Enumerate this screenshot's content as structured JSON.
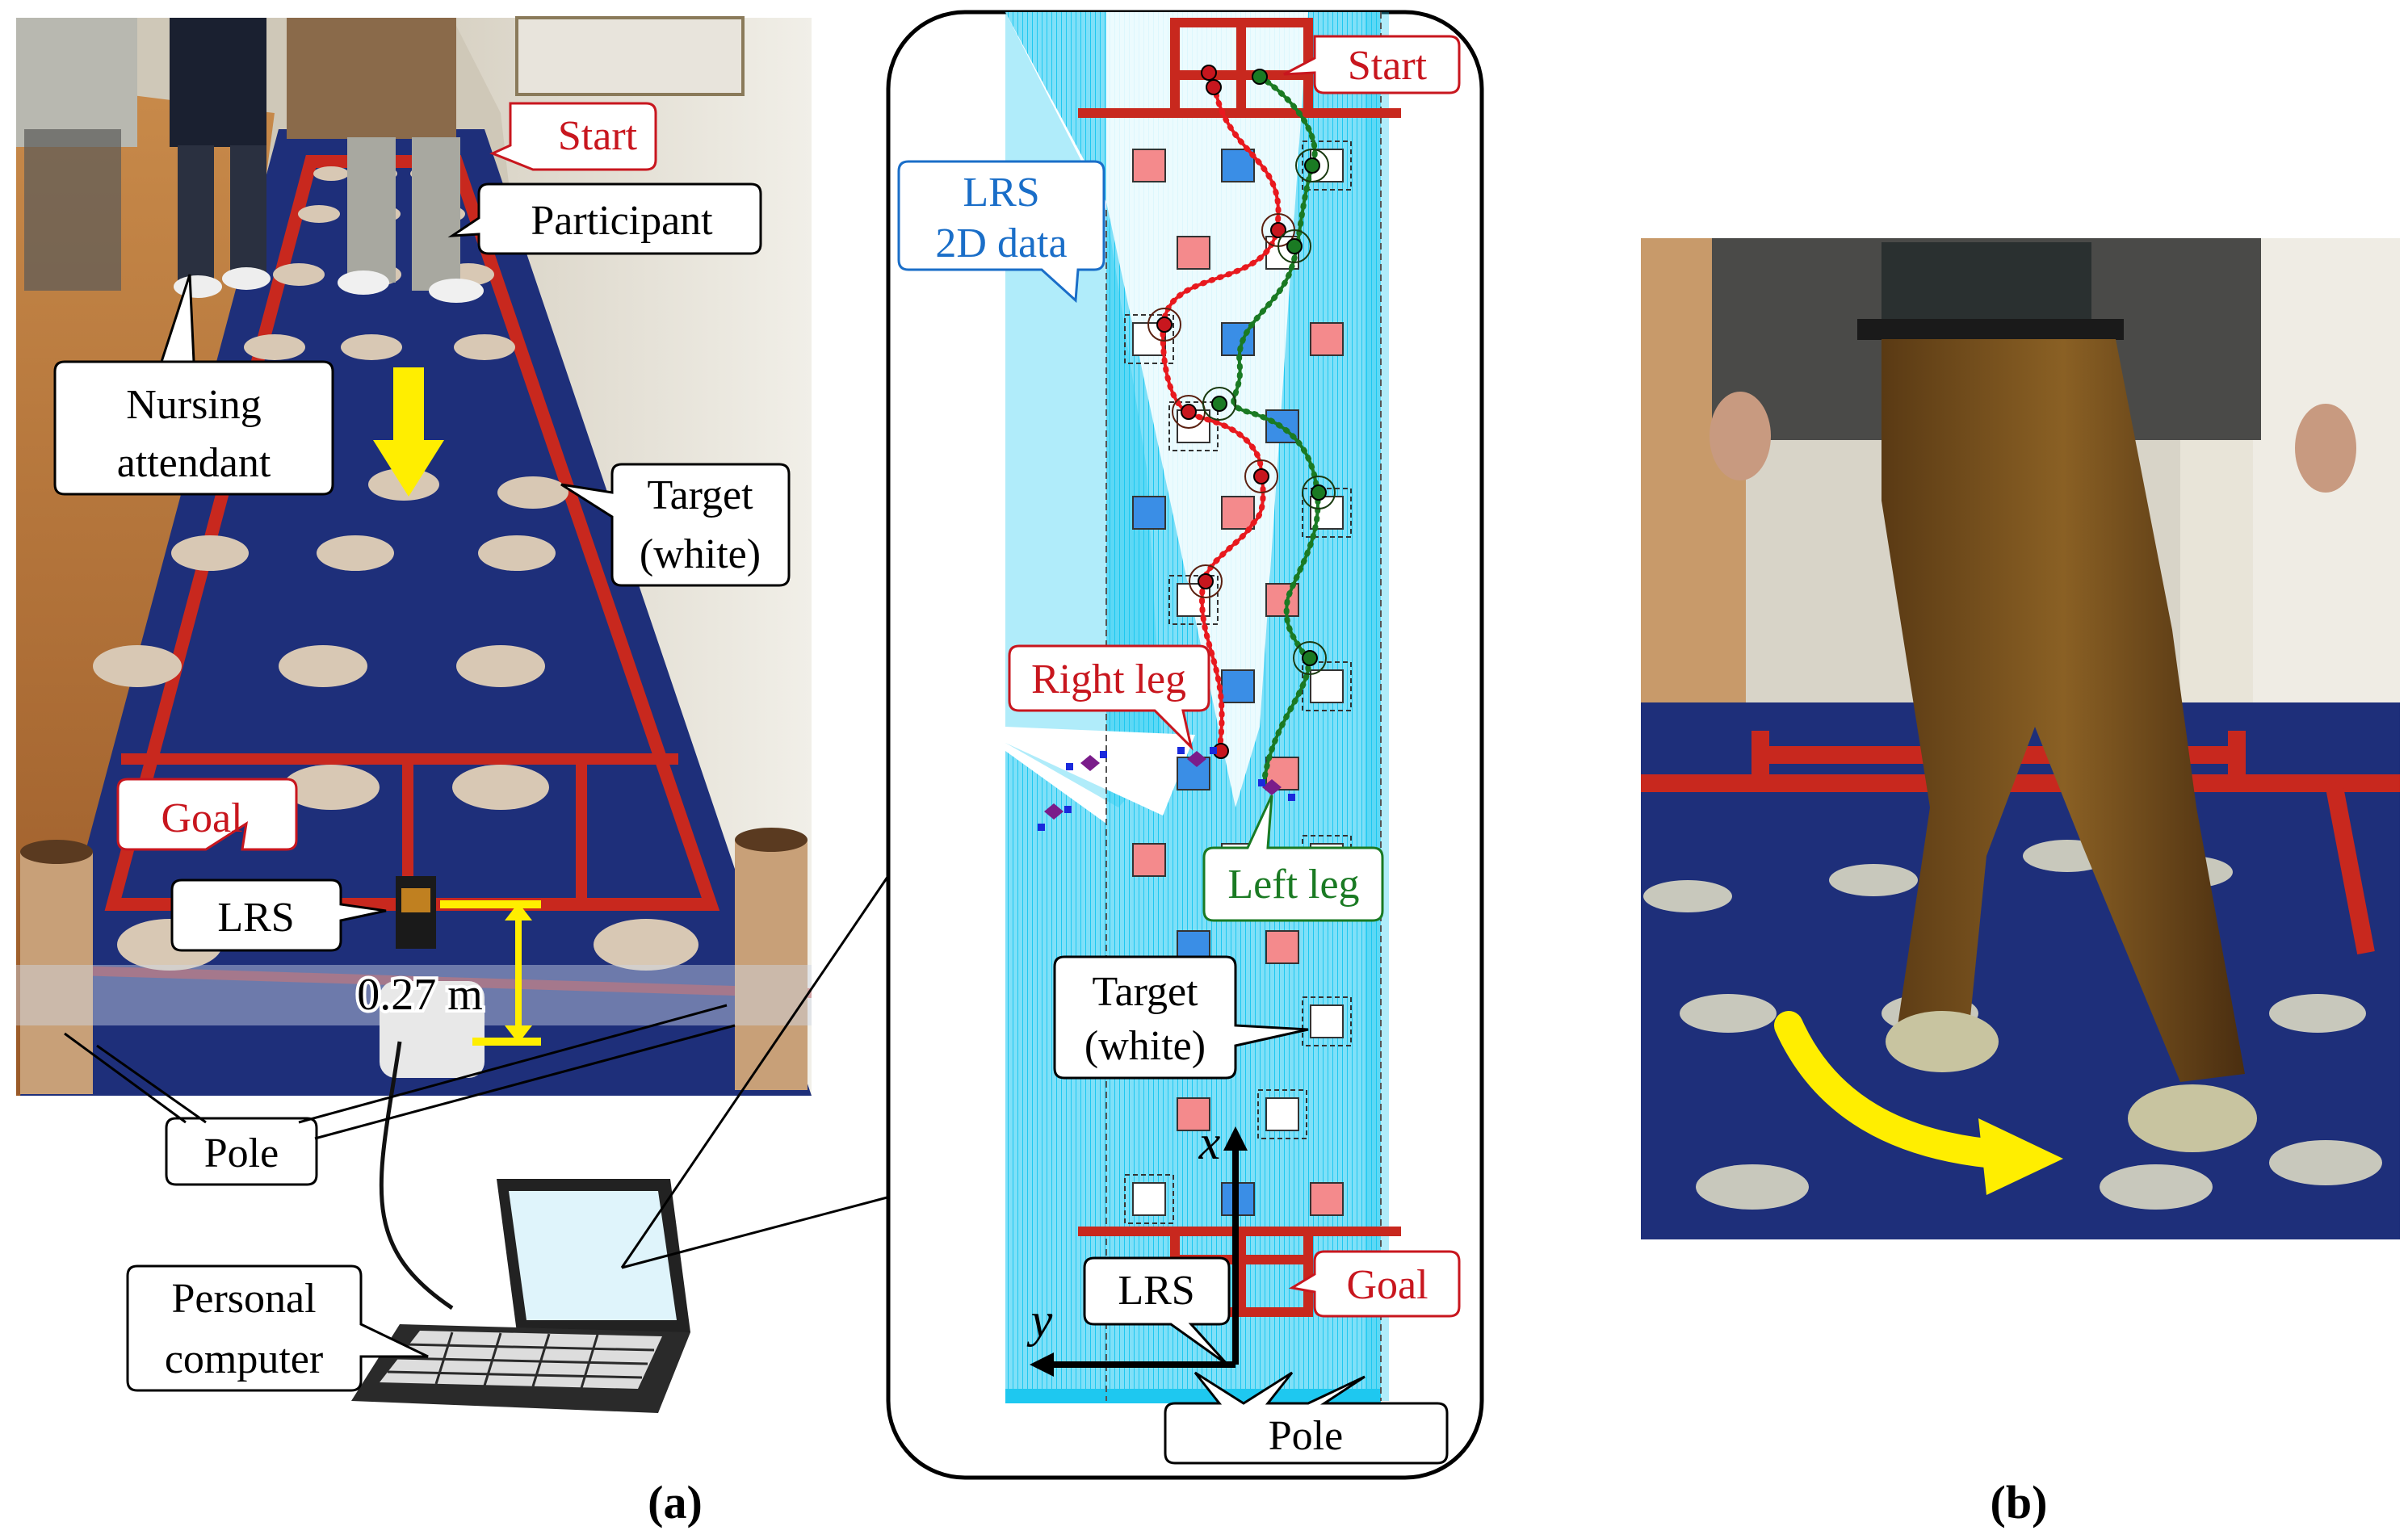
{
  "panel_a": {
    "photo_labels": {
      "start": "Start",
      "participant": "Participant",
      "nursing_attendant_line1": "Nursing",
      "nursing_attendant_line2": "attendant",
      "target_line1": "Target",
      "target_line2": "(white)",
      "goal": "Goal",
      "lrs": "LRS",
      "distance": "0.27 m",
      "pole": "Pole",
      "personal_computer_line1": "Personal",
      "personal_computer_line2": "computer"
    },
    "scan_labels": {
      "start": "Start",
      "lrs_2d_line1": "LRS",
      "lrs_2d_line2": "2D data",
      "right_leg": "Right leg",
      "left_leg": "Left leg",
      "target_line1": "Target",
      "target_line2": "(white)",
      "x_axis": "x",
      "y_axis": "y",
      "lrs": "LRS",
      "goal": "Goal",
      "pole": "Pole"
    },
    "caption": "(a)"
  },
  "panel_b": {
    "caption": "(b)"
  },
  "colors": {
    "carpet_blue": "#1e2f7a",
    "red_line": "#c8281e",
    "scan_cyan": "#1ec8f0",
    "right_leg": "#e8191e",
    "left_leg": "#1a7a23",
    "target_pink": "#f48a8c",
    "target_blue": "#3a8ee6",
    "arrow_yellow": "#ffee00",
    "callout_red_text": "#c8161e",
    "callout_blue_text": "#1a6ec8",
    "callout_green_text": "#1a7a23"
  }
}
